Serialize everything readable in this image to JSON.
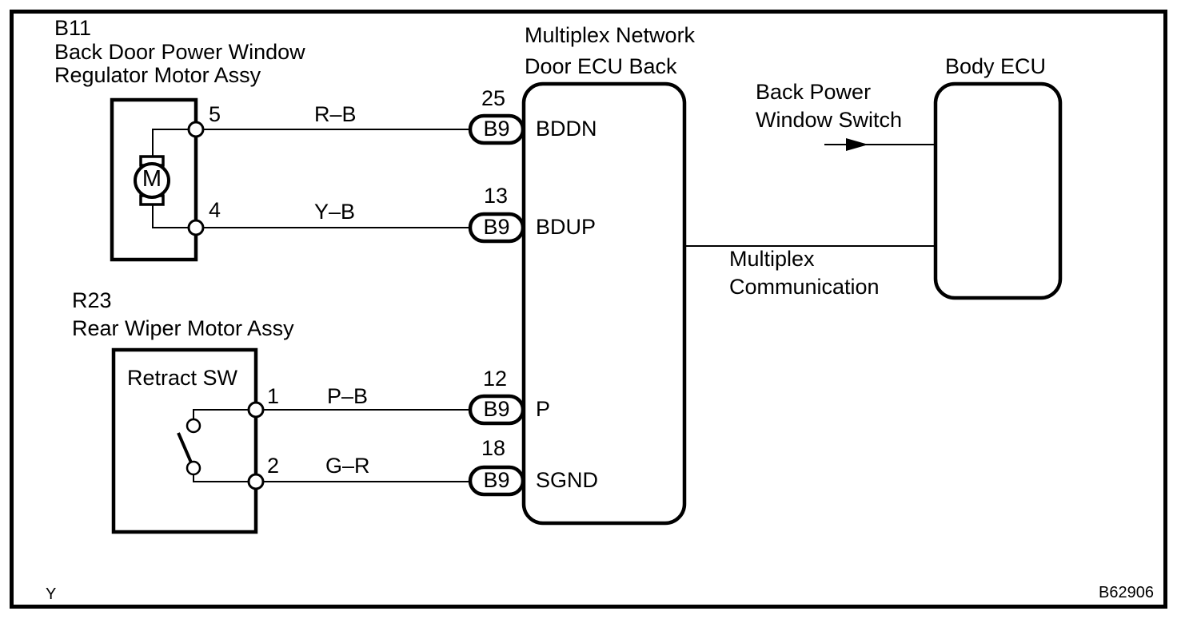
{
  "diagram": {
    "b11": {
      "code": "B11",
      "name_line1": "Back Door Power Window",
      "name_line2": "Regulator Motor Assy",
      "motor_symbol": "M",
      "pin_upper": "5",
      "pin_lower": "4"
    },
    "r23": {
      "code": "R23",
      "name": "Rear Wiper Motor Assy",
      "switch_name": "Retract SW",
      "pin_upper": "1",
      "pin_lower": "2"
    },
    "door_ecu": {
      "title_line1": "Multiplex Network",
      "title_line2": "Door ECU Back",
      "rows": [
        {
          "pin": "25",
          "connector": "B9",
          "signal": "BDDN",
          "wire": "R–B"
        },
        {
          "pin": "13",
          "connector": "B9",
          "signal": "BDUP",
          "wire": "Y–B"
        },
        {
          "pin": "12",
          "connector": "B9",
          "signal": "P",
          "wire": "P–B"
        },
        {
          "pin": "18",
          "connector": "B9",
          "signal": "SGND",
          "wire": "G–R"
        }
      ]
    },
    "body_ecu": {
      "title": "Body ECU"
    },
    "notes": {
      "switch_line1": "Back Power",
      "switch_line2": "Window Switch",
      "comm_line1": "Multiplex",
      "comm_line2": "Communication"
    },
    "footer": {
      "page_code": "Y",
      "figure_code": "B62906"
    },
    "colors": {
      "ink": "#000000",
      "background": "#ffffff"
    }
  }
}
